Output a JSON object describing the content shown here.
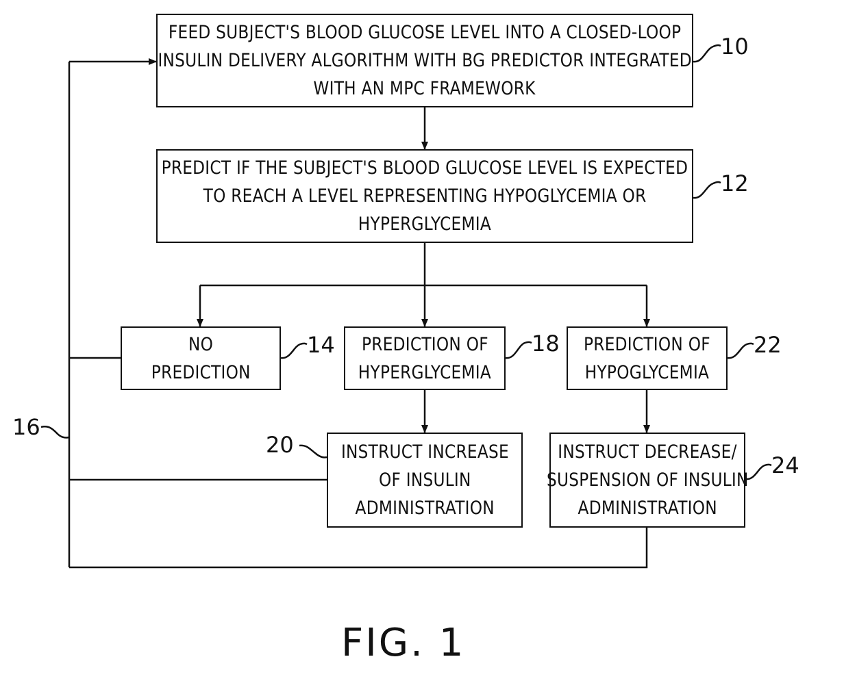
{
  "boxes": {
    "feed": [
      "FEED SUBJECT'S BLOOD GLUCOSE LEVEL INTO A CLOSED-LOOP",
      "INSULIN DELIVERY ALGORITHM WITH BG PREDICTOR INTEGRATED",
      "WITH AN MPC FRAMEWORK"
    ],
    "predict": [
      "PREDICT IF THE SUBJECT'S BLOOD GLUCOSE LEVEL IS EXPECTED",
      "TO REACH A LEVEL REPRESENTING HYPOGLYCEMIA OR",
      "HYPERGLYCEMIA"
    ],
    "no_prediction": [
      "NO",
      "PREDICTION"
    ],
    "hyper": [
      "PREDICTION OF",
      "HYPERGLYCEMIA"
    ],
    "hypo": [
      "PREDICTION OF",
      "HYPOGLYCEMIA"
    ],
    "increase": [
      "INSTRUCT INCREASE",
      "OF INSULIN",
      "ADMINISTRATION"
    ],
    "decrease": [
      "INSTRUCT DECREASE/",
      "SUSPENSION OF INSULIN",
      "ADMINISTRATION"
    ]
  },
  "refs": {
    "r10": "10",
    "r12": "12",
    "r14": "14",
    "r16": "16",
    "r18": "18",
    "r20": "20",
    "r22": "22",
    "r24": "24"
  },
  "figure_label": "FIG. 1",
  "colors": {
    "ink": "#111111",
    "background": "#ffffff"
  }
}
